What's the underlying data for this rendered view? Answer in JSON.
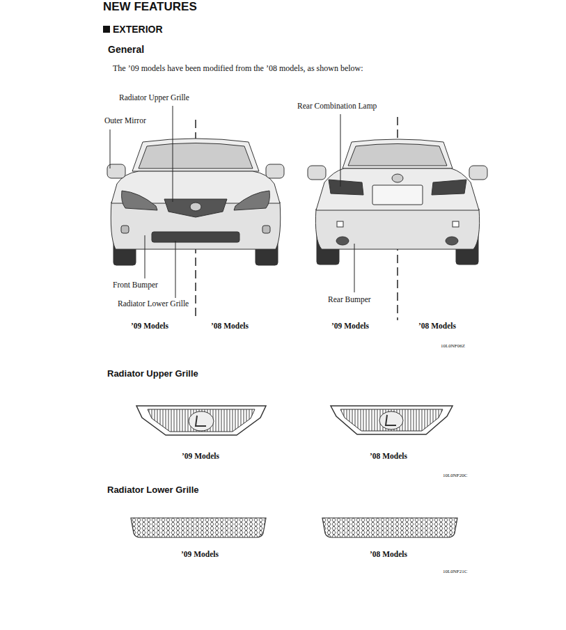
{
  "diagram": {
    "title": "NEW FEATURES",
    "labels": [
      "EXTERIOR",
      "General",
      "The ’09 models have been modified from the ’08 models, as shown below:",
      "Radiator Upper Grille",
      "Outer Mirror",
      "Front Bumper",
      "Radiator Lower Grille",
      "’09 Models",
      "’08 Models",
      "Rear Combination Lamp",
      "Rear Bumper",
      "’09 Models",
      "’08 Models",
      "10L0NF06Z",
      "Radiator Upper Grille",
      "’09 Models",
      "’08 Models",
      "10L0NF20C",
      "Radiator Lower Grille",
      "’09 Models",
      "’08 Models",
      "10L0NF21C"
    ]
  }
}
